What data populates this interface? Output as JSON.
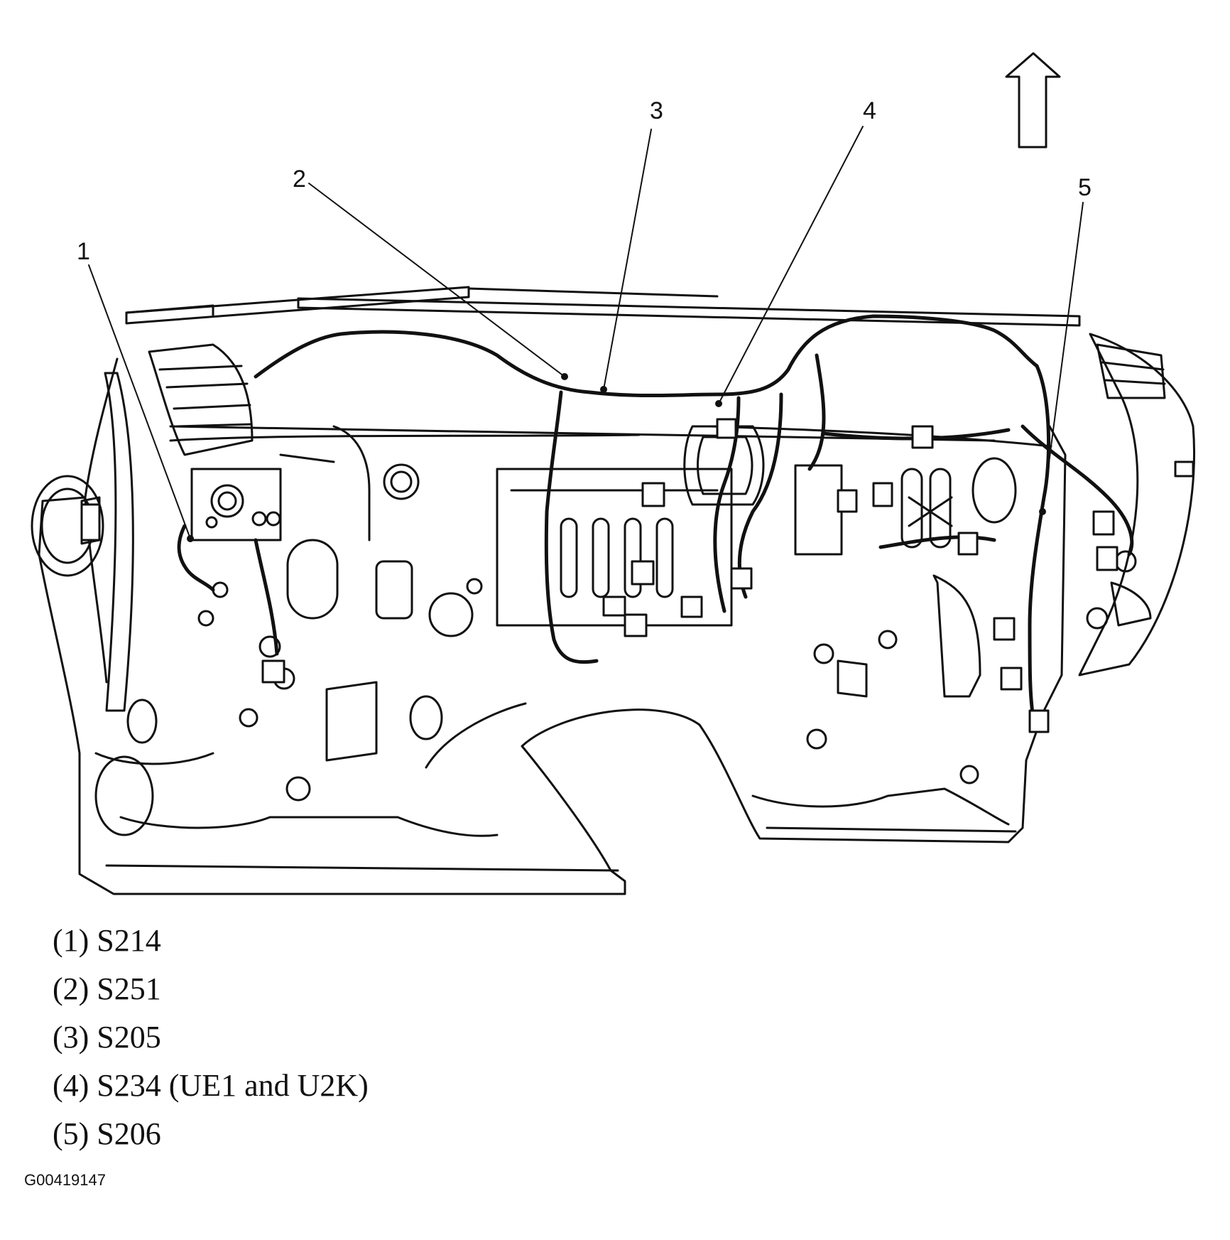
{
  "callouts": [
    {
      "number": "1"
    },
    {
      "number": "2"
    },
    {
      "number": "3"
    },
    {
      "number": "4"
    },
    {
      "number": "5"
    }
  ],
  "legend": [
    {
      "label": "(1) S214"
    },
    {
      "label": "(2) S251"
    },
    {
      "label": "(3) S205"
    },
    {
      "label": "(4) S234 (UE1 and U2K)"
    },
    {
      "label": "(5) S206"
    }
  ],
  "figure_id": "G00419147",
  "colors": {
    "line": "#111111",
    "background": "#ffffff"
  },
  "icons": {
    "orientation_arrow": "up-arrow-icon"
  }
}
